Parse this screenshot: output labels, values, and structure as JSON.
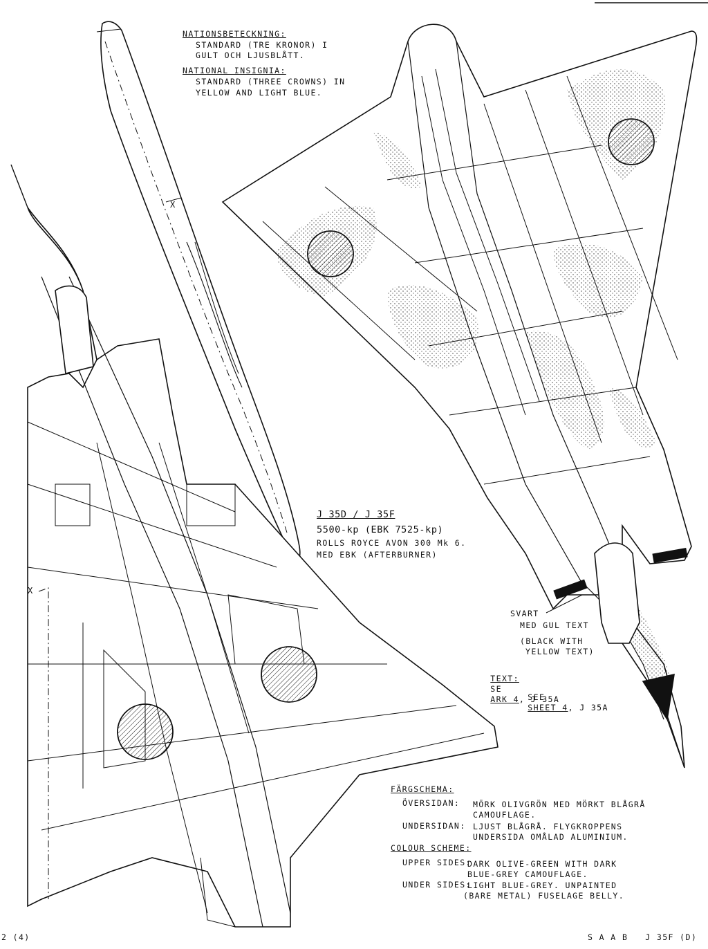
{
  "notes": {
    "insignia_sv_heading": "NATIONSBETECKNING:",
    "insignia_sv_line1": "STANDARD (TRE KRONOR) I",
    "insignia_sv_line2": "GULT OCH LJUSBLÅTT.",
    "insignia_en_heading": "NATIONAL INSIGNIA:",
    "insignia_en_line1": "STANDARD (THREE CROWNS) IN",
    "insignia_en_line2": "YELLOW AND LIGHT BLUE.",
    "model_title": "J 35D / J 35F",
    "engine_line1": "5500-kp (EBK 7525-kp)",
    "engine_line2": "ROLLS ROYCE AVON 300 Mk 6.",
    "engine_line3": "MED EBK (AFTERBURNER)",
    "svart_line1": "SVART",
    "svart_line2": "MED GUL TEXT",
    "black_line1": "(BLACK WITH",
    "black_line2": "YELLOW TEXT)",
    "text_label": "TEXT:",
    "text_sv_prefix": "SE",
    "text_sv_link": "ARK 4",
    "text_sv_suffix": ", J 35A",
    "text_en_prefix": "SEE",
    "text_en_link": "SHEET 4",
    "text_en_suffix": ", J 35A",
    "color_sv_heading": "FÄRGSCHEMA:",
    "color_sv_upper_label": "ÖVERSIDAN:",
    "color_sv_upper_1": "MÖRK OLIVGRÖN MED MÖRKT BLÅGRÅ",
    "color_sv_upper_2": "CAMOUFLAGE.",
    "color_sv_under_label": "UNDERSIDAN:",
    "color_sv_under_1": "LJUST BLÅGRÅ. FLYGKROPPENS",
    "color_sv_under_2": "UNDERSIDA OMÅLAD ALUMINIUM.",
    "color_en_heading": "COLOUR SCHEME:",
    "color_en_upper_label": "UPPER SIDES:",
    "color_en_upper_1": "DARK OLIVE-GREEN WITH DARK",
    "color_en_upper_2": "BLUE-GREY CAMOUFLAGE.",
    "color_en_under_label": "UNDER SIDES:",
    "color_en_under_1": "LIGHT BLUE-GREY. UNPAINTED",
    "color_en_under_2": "(BARE METAL) FUSELAGE BELLY.",
    "section_marker_side": "X",
    "section_marker_under": "X"
  },
  "footer": {
    "page_number": "2 (4)",
    "aircraft_title": "S A A B   J 35F (D)"
  },
  "colors": {
    "ink": "#111111",
    "paper": "#ffffff",
    "camouflage_stipple": "#333333"
  }
}
